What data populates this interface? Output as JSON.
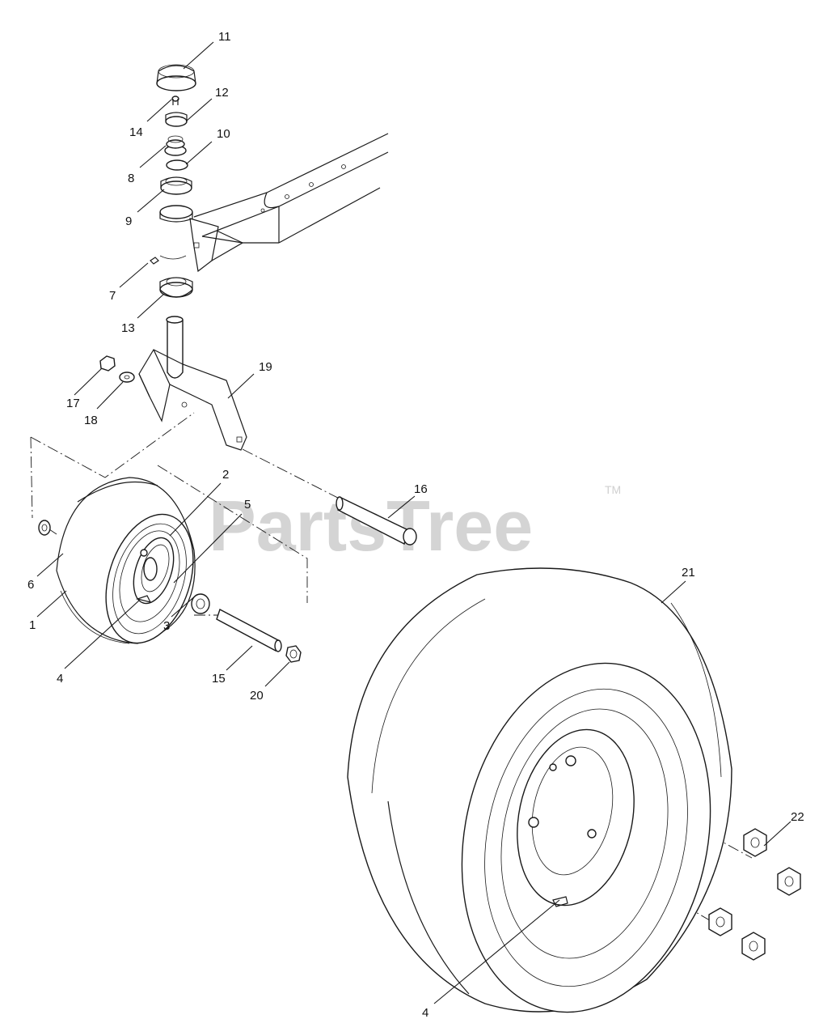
{
  "watermark": {
    "text": "PartsTree",
    "trademark": "TM"
  },
  "callouts": {
    "c11": "11",
    "c12": "12",
    "c14": "14",
    "c10": "10",
    "c8": "8",
    "c9": "9",
    "c7": "7",
    "c13": "13",
    "c19": "19",
    "c17": "17",
    "c18": "18",
    "c2": "2",
    "c5": "5",
    "c16": "16",
    "c6": "6",
    "c1": "1",
    "c4a": "4",
    "c3": "3",
    "c15": "15",
    "c20": "20",
    "c21": "21",
    "c22": "22",
    "c4b": "4"
  }
}
